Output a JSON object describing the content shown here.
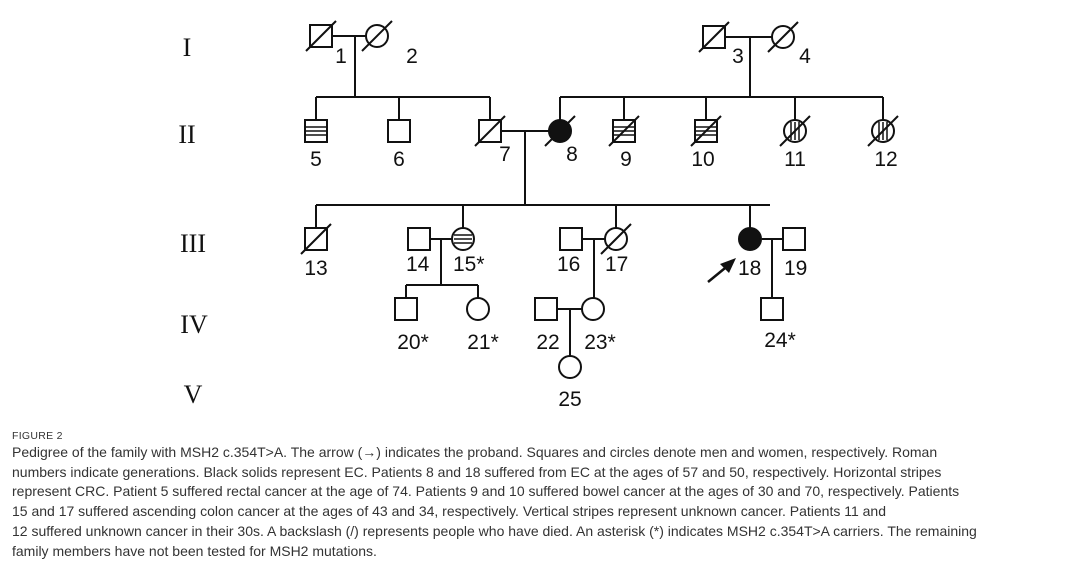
{
  "diagram": {
    "generations": [
      "I",
      "II",
      "III",
      "IV",
      "V"
    ],
    "individuals": {
      "1": "1",
      "2": "2",
      "3": "3",
      "4": "4",
      "5": "5",
      "6": "6",
      "7": "7",
      "8": "8",
      "9": "9",
      "10": "10",
      "11": "11",
      "12": "12",
      "13": "13",
      "14": "14",
      "15": "15*",
      "16": "16",
      "17": "17",
      "18": "18",
      "19": "19",
      "20": "20*",
      "21": "21*",
      "22": "22",
      "23": "23*",
      "24": "24*",
      "25": "25"
    }
  },
  "caption": {
    "label": "FIGURE 2",
    "lines": [
      "Pedigree of the family with MSH2 c.354T>A. The arrow (→) indicates the proband. Squares and circles denote men and women, respectively. Roman",
      "numbers indicate generations. Black solids represent EC. Patients 8 and 18 suffered from EC at the ages of 57 and 50, respectively. Horizontal stripes",
      "represent CRC. Patient 5 suffered rectal cancer at the age of 74. Patients 9 and 10 suffered bowel cancer at the ages of 30 and 70, respectively. Patients",
      "15 and 17 suffered ascending colon cancer at the ages of 43 and 34, respectively. Vertical stripes represent unknown cancer. Patients 11 and",
      "12 suffered unknown cancer in their 30s. A backslash (/) represents people who have died. An asterisk (*) indicates MSH2 c.354T>A carriers. The remaining",
      "family members have not been tested for MSH2 mutations."
    ]
  }
}
